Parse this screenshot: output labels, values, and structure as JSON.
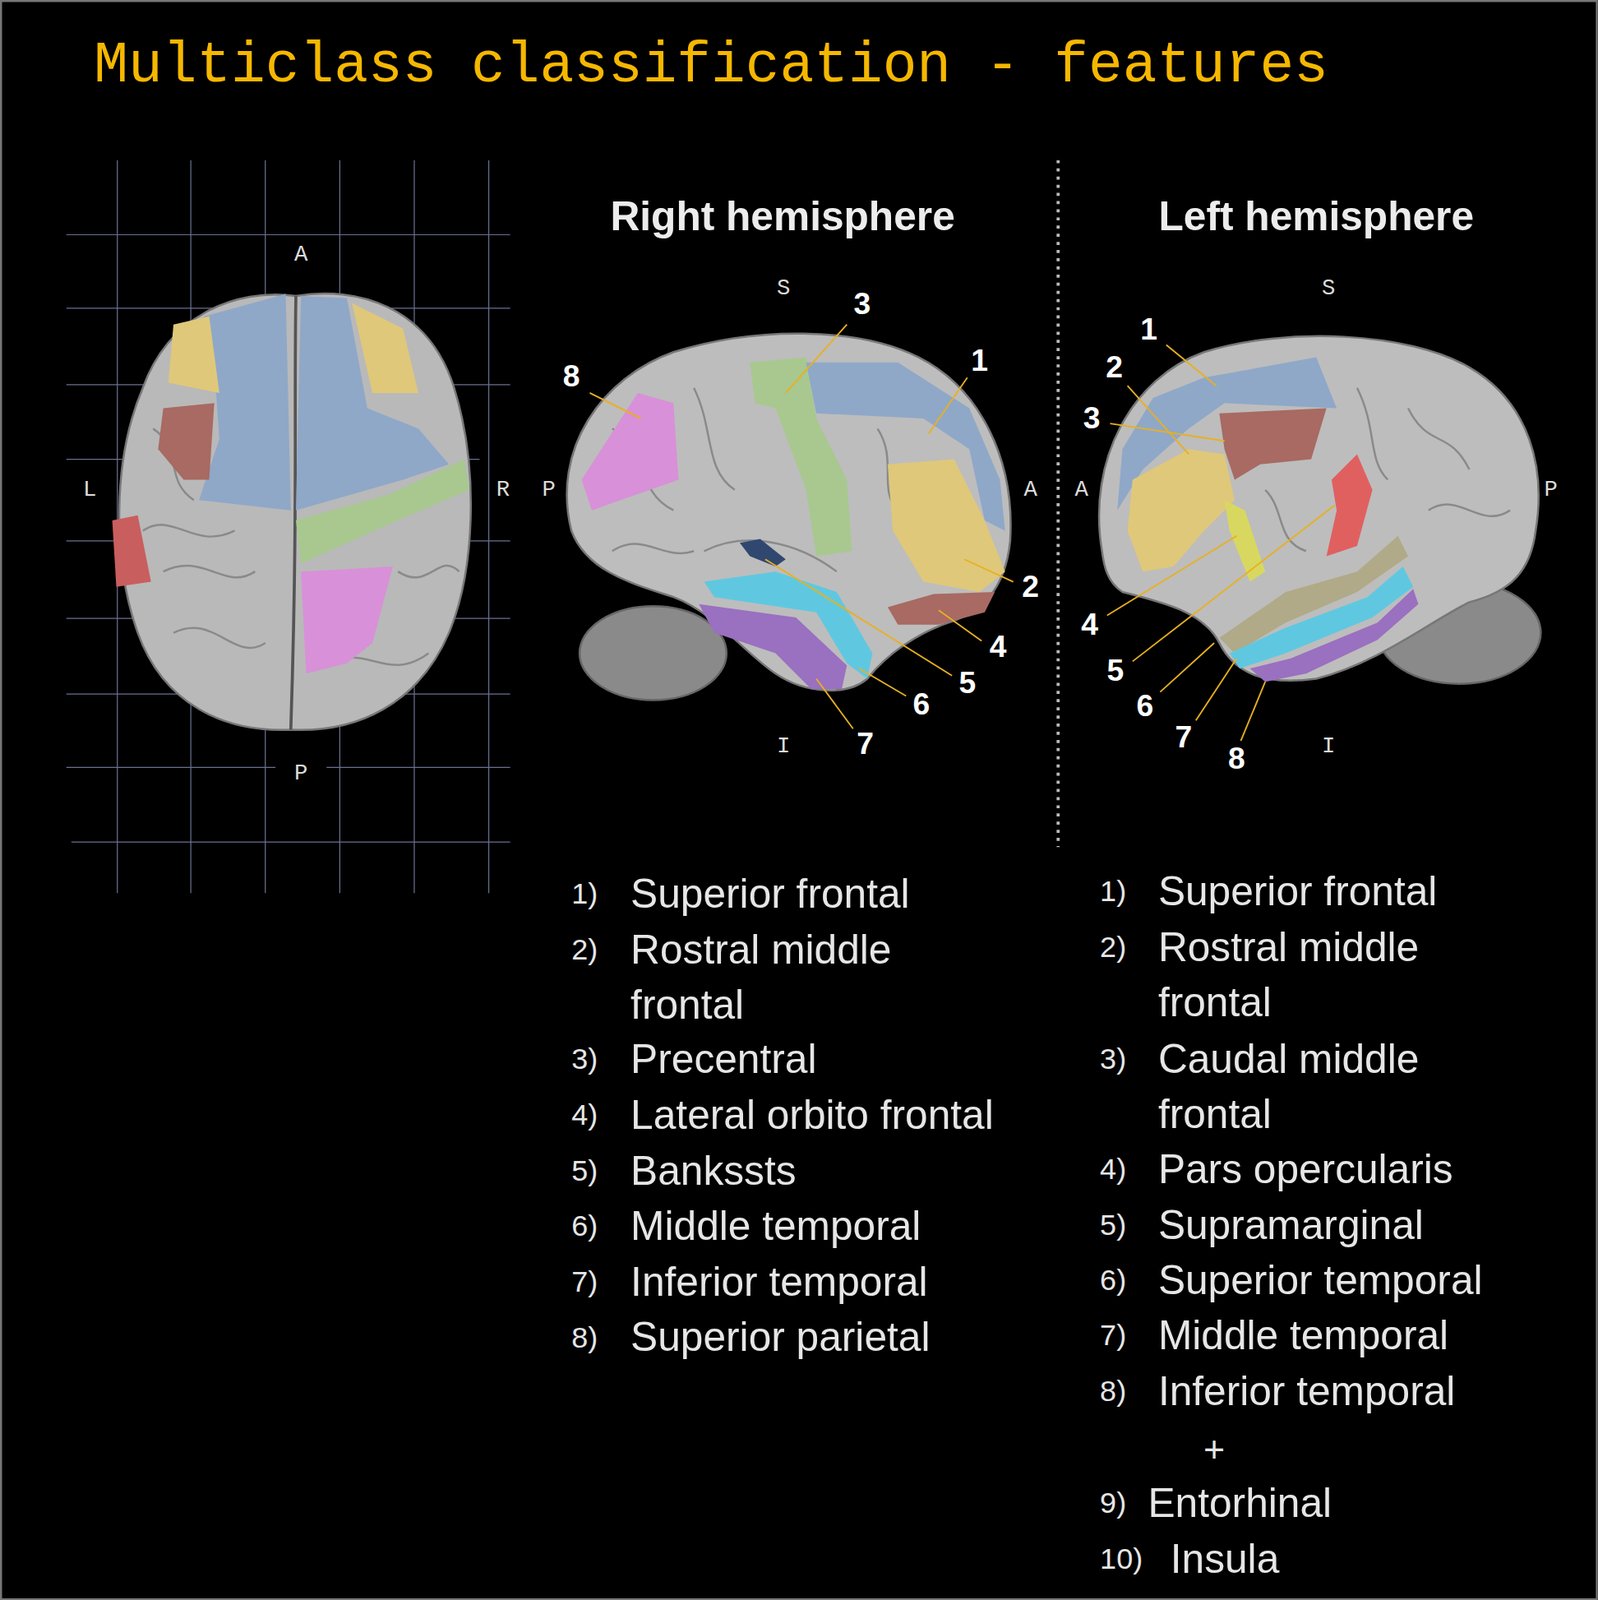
{
  "diagram": {
    "title": "Multiclass classification - features",
    "labels": [
      "A",
      "L",
      "R",
      "P",
      "Right hemisphere",
      "Left hemisphere",
      "S",
      "P",
      "A",
      "I",
      "3",
      "1",
      "8",
      "2",
      "4",
      "5",
      "6",
      "7",
      "S",
      "A",
      "P",
      "I",
      "1",
      "2",
      "3",
      "4",
      "5",
      "6",
      "7",
      "8",
      "1)",
      "Superior frontal",
      "2)",
      "Rostral middle frontal",
      "3)",
      "Precentral",
      "4)",
      "Lateral orbito frontal",
      "5)",
      "Bankssts",
      "6)",
      "Middle temporal",
      "7)",
      "Inferior temporal",
      "8)",
      "Superior parietal",
      "1)",
      "Superior frontal",
      "2)",
      "Rostral middle frontal",
      "3)",
      "Caudal middle frontal",
      "4)",
      "Pars opercularis",
      "5)",
      "Supramarginal",
      "6)",
      "Superior temporal",
      "7)",
      "Middle temporal",
      "8)",
      "Inferior temporal",
      "+",
      "9)",
      "Entorhinal",
      "10)",
      "Insula"
    ]
  }
}
